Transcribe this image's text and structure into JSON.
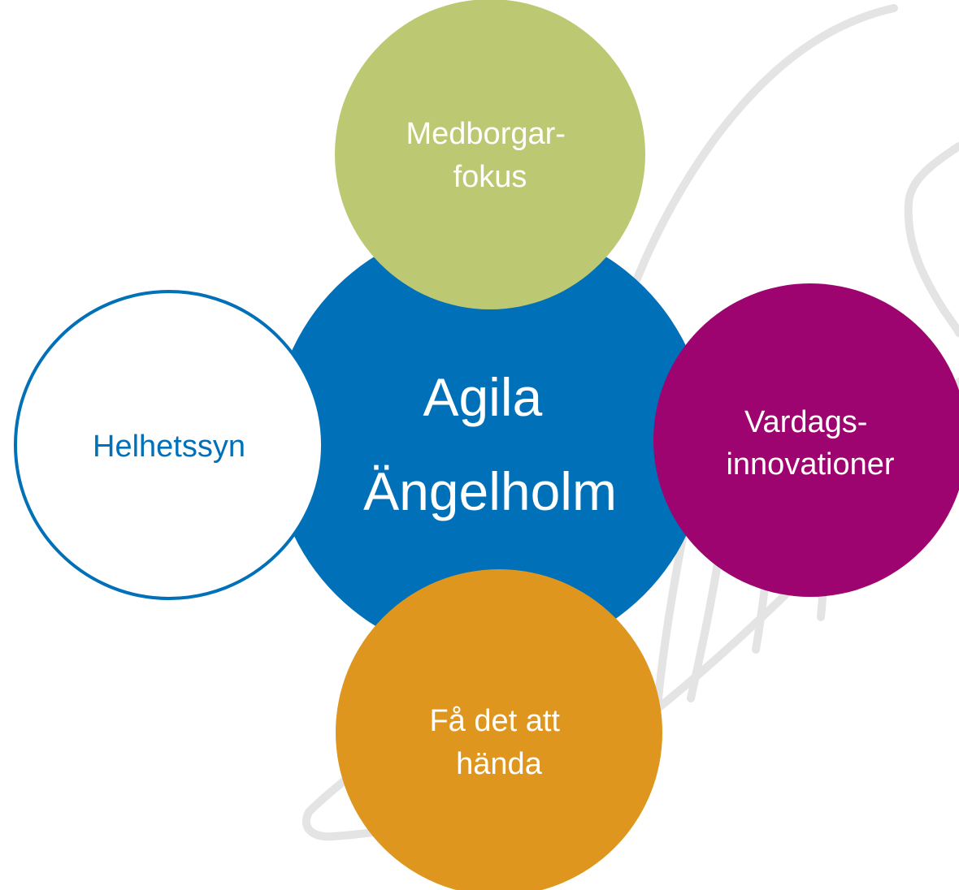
{
  "center": {
    "lines": [
      "Agila",
      "Ängelholm"
    ],
    "fill": "#0070b8",
    "text_color": "#ffffff"
  },
  "top": {
    "lines": [
      "Medborgar-",
      "fokus"
    ],
    "fill": "#bdc972",
    "text_color": "#ffffff"
  },
  "right": {
    "lines": [
      "Vardags-",
      "innovationer"
    ],
    "fill": "#9d0470",
    "text_color": "#ffffff"
  },
  "bottom": {
    "lines": [
      "Få det att",
      "hända"
    ],
    "fill": "#de961e",
    "text_color": "#ffffff"
  },
  "left": {
    "lines": [
      "Helhetssyn"
    ],
    "fill": "#ffffff",
    "stroke": "#0070b8",
    "text_color": "#0070b8"
  },
  "watermark": {
    "icon": "angel-wing-icon",
    "stroke": "#e4e4e4"
  }
}
